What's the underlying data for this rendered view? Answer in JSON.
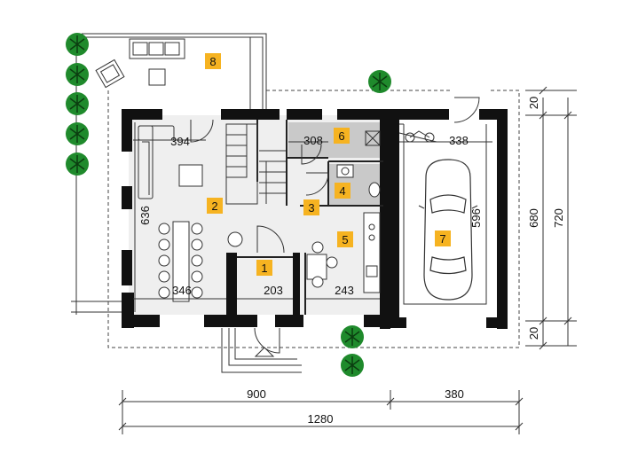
{
  "dimensions": {
    "living_width": "394",
    "utility_width": "308",
    "garage_width": "338",
    "living_depth": "636",
    "garage_depth": "596",
    "dining_width": "346",
    "hall_width": "203",
    "kitchen_width": "243",
    "right_top": "20",
    "right_inner": "680",
    "right_outer": "720",
    "right_bottom": "20",
    "bottom_house": "900",
    "bottom_garage": "380",
    "bottom_total": "1280"
  },
  "rooms": [
    {
      "number": "1",
      "color": "#f6b321"
    },
    {
      "number": "2",
      "color": "#f6b321"
    },
    {
      "number": "3",
      "color": "#f6b321"
    },
    {
      "number": "4",
      "color": "#f6b321"
    },
    {
      "number": "5",
      "color": "#f6b321"
    },
    {
      "number": "6",
      "color": "#f6b321"
    },
    {
      "number": "7",
      "color": "#f6b321"
    },
    {
      "number": "8",
      "color": "#f6b321"
    }
  ],
  "colors": {
    "wall": "#111111",
    "floor": "#efefef",
    "utility_floor": "#c9c9c9",
    "tree": "#1f8a2c",
    "label_fill": "#f6b321"
  },
  "icons": [
    "tree-icon",
    "car-icon",
    "bicycle-icon",
    "armchair-icon",
    "sofa-icon",
    "entrance-arrow-icon"
  ]
}
